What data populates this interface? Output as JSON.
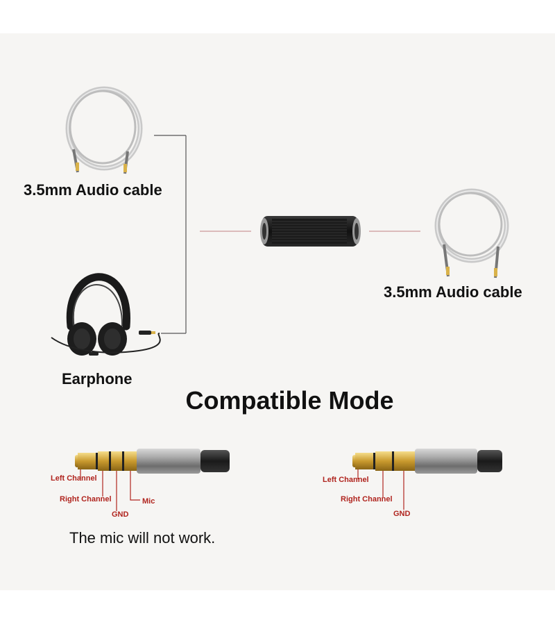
{
  "labels": {
    "cable_top_left": "3.5mm Audio cable",
    "cable_right": "3.5mm Audio cable",
    "earphone": "Earphone"
  },
  "title": "Compatible Mode",
  "plug_4pole": {
    "left_channel": "Left Channel",
    "right_channel": "Right Channel",
    "gnd": "GND",
    "mic": "Mic"
  },
  "plug_3pole": {
    "left_channel": "Left Channel",
    "right_channel": "Right Channel",
    "gnd": "GND"
  },
  "note": "The mic will not work.",
  "colors": {
    "panel_bg": "#f6f5f3",
    "pin_label": "#b0241e",
    "gold": "#d9b24a",
    "connector": "#1a1a1a"
  }
}
